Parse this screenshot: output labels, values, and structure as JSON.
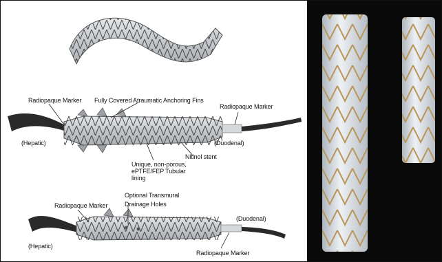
{
  "colors": {
    "stent_fill": "#c9ccd0",
    "stent_wire": "#3a3a3a",
    "catheter": "#2a2a2a",
    "photo_background": "#0a0a0a",
    "photo_wire": "#b9965a",
    "photo_cover": "#dfe4ea"
  },
  "labels": {
    "top_diagram": {
      "radiopaque_marker_left": "Radiopaque Marker",
      "anchoring_fins": "Fully Covered Atraumatic Anchoring Fins",
      "radiopaque_marker_right": "Radiopaque Marker",
      "hepatic": "(Hepatic)",
      "duodenal": "(Duodenal)",
      "nitinol_stent": "Nitinol stent",
      "lining": "Unique, non-porous, ePTFE/FEP Tubular lining"
    },
    "bottom_diagram": {
      "radiopaque_marker_left": "Radiopaque Marker",
      "drainage_holes": "Optional Transmural Drainage Holes",
      "duodenal": "(Duodenal)",
      "hepatic": "(Hepatic)",
      "radiopaque_marker_bottom": "Radiopaque Marker"
    }
  }
}
